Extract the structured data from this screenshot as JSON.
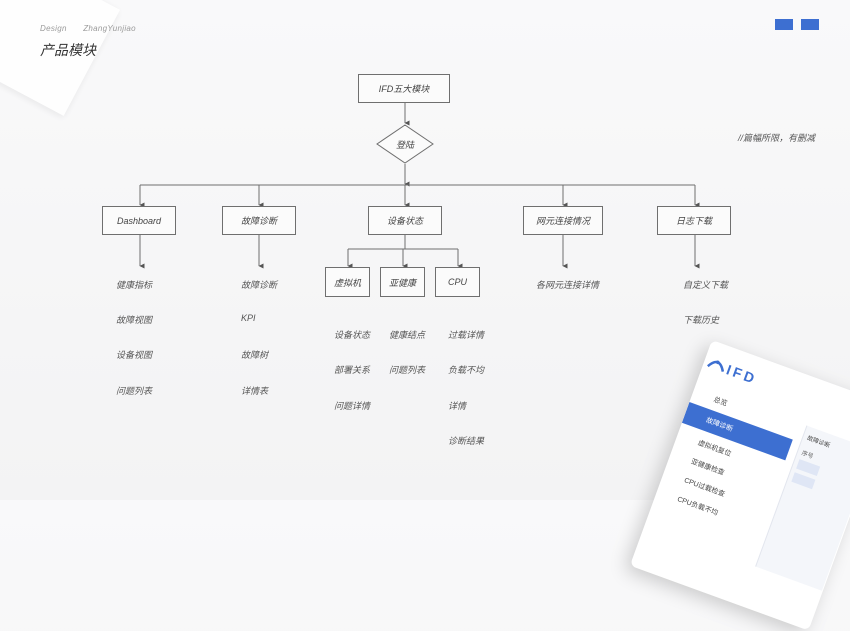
{
  "header": {
    "meta_left": "Design",
    "meta_right": "ZhangYunjiao",
    "title": "产品模块"
  },
  "note": "//篇幅所限，有删减",
  "colors": {
    "accent": "#3d6fd1",
    "line": "#6f6f6f"
  },
  "diagram": {
    "root": "IFD五大模块",
    "decision": "登陆",
    "modules": [
      {
        "label": "Dashboard",
        "items": [
          "健康指标",
          "故障视图",
          "设备视图",
          "问题列表"
        ]
      },
      {
        "label": "故障诊断",
        "items": [
          "故障诊断",
          "KPI",
          "故障树",
          "详情表"
        ]
      },
      {
        "label": "设备状态",
        "subs": [
          {
            "label": "虚拟机",
            "items": [
              "设备状态",
              "部署关系",
              "问题详情"
            ]
          },
          {
            "label": "亚健康",
            "items": [
              "健康结点",
              "问题列表"
            ]
          },
          {
            "label": "CPU",
            "items": [
              "过载详情",
              "负载不均",
              "详情",
              "诊断结果"
            ]
          }
        ]
      },
      {
        "label": "网元连接情况",
        "items": [
          "各网元连接详情"
        ]
      },
      {
        "label": "日志下载",
        "items": [
          "自定义下载",
          "下载历史"
        ]
      }
    ]
  },
  "mockup": {
    "logo": "IFD",
    "nav": [
      "总览",
      "故障诊断",
      "虚拟机复位",
      "亚健康检查",
      "CPU过载检查",
      "CPU负载不均"
    ],
    "active_index": 1,
    "panel_head": "故障诊断",
    "panel_col": "序号"
  }
}
